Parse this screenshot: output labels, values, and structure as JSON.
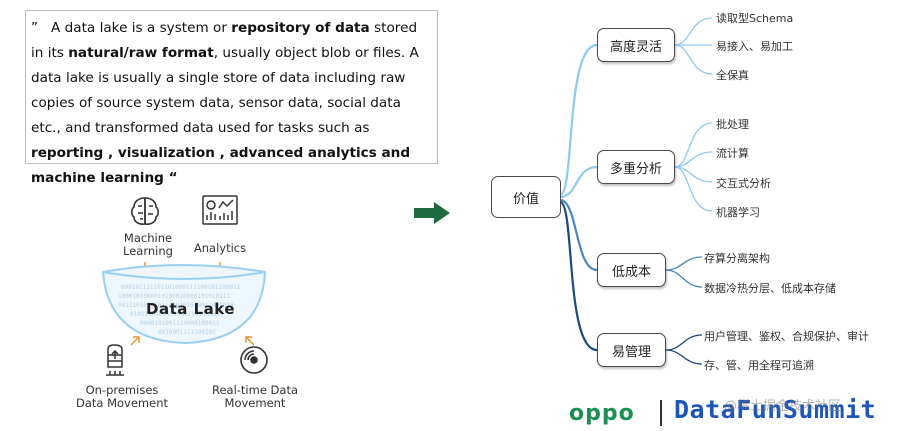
{
  "quote": {
    "open_mark": "”",
    "p1": "A data lake is a system or ",
    "b1": "repository of data",
    "p2": " stored in its ",
    "b2": "natural/raw format",
    "p3": ", usually object blob or files. A data lake is usually a single store of data including raw copies of source system data, sensor data, social data etc., and transformed data used for tasks such as ",
    "b3": "reporting , visualization , advanced analytics and machine learning",
    "close_mark": " “"
  },
  "lake": {
    "title": "Data Lake",
    "ml_label": "Machine Learning",
    "analytics_label": "Analytics",
    "onprem_label": "On-premises Data Movement",
    "realtime_label": "Real-time Data Movement",
    "binary_rows": [
      "000101111101101000111100101100011",
      "1000101000010100010000101010111",
      "00111010101011000101010011001010",
      "01011101011010001011100101",
      "0000101001110000100011",
      "0010001111100101"
    ],
    "icons": [
      "brain-icon",
      "analytics-dashboard-icon",
      "upload-server-icon",
      "realtime-stream-icon"
    ]
  },
  "mindmap": {
    "root": "价值",
    "branches": [
      {
        "label": "高度灵活",
        "leaves": [
          "读取型Schema",
          "易接入、易加工",
          "全保真"
        ]
      },
      {
        "label": "多重分析",
        "leaves": [
          "批处理",
          "流计算",
          "交互式分析",
          "机器学习"
        ]
      },
      {
        "label": "低成本",
        "leaves": [
          "存算分离架构",
          "数据冷热分层、低成本存储"
        ]
      },
      {
        "label": "易管理",
        "leaves": [
          "用户管理、鉴权、合规保护、审计",
          "存、管、用全程可追溯"
        ]
      }
    ]
  },
  "colors": {
    "arrow": "#1f6b3e",
    "line_light": "#8ccaf0",
    "line_dark": "#1c4a80",
    "lake_water": "#9bd0f2"
  },
  "brand": {
    "oppo": "oppo",
    "datafun": "DataFunSummit",
    "watermark": "@稀土掘金技术社区"
  }
}
